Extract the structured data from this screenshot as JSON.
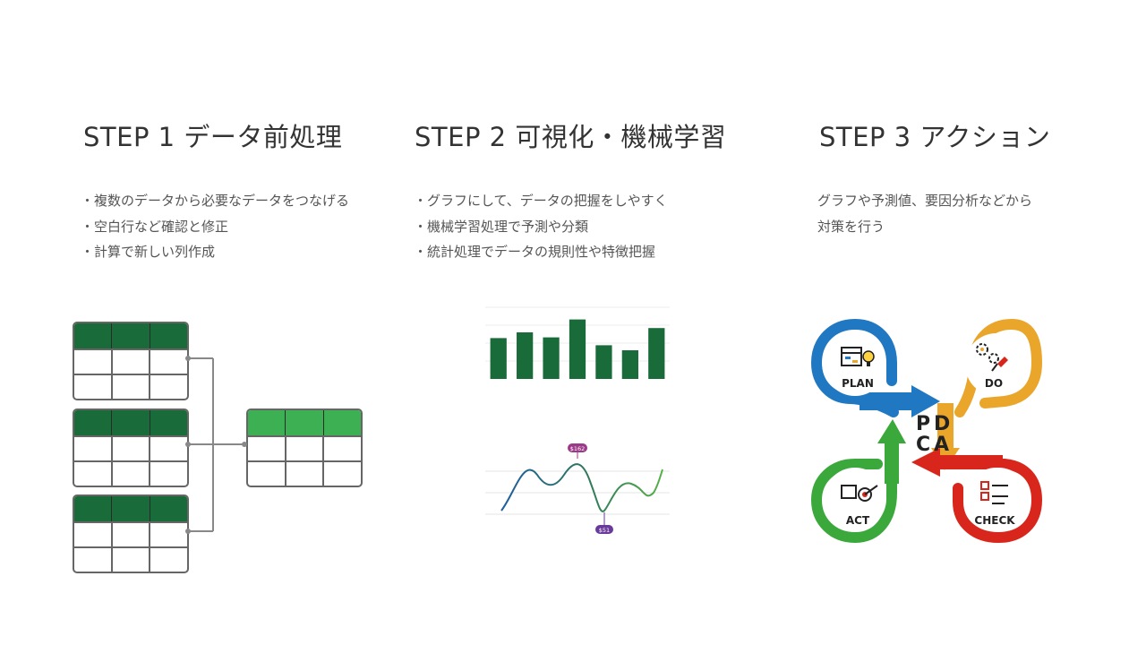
{
  "steps": [
    {
      "title": "STEP 1 データ前処理",
      "bullets": [
        "・複数のデータから必要なデータをつなげる",
        "・空白行など確認と修正",
        "・計算で新しい列作成"
      ]
    },
    {
      "title": "STEP 2 可視化・機械学習",
      "bullets": [
        "・グラフにして、データの把握をしやすく",
        "・機械学習処理で予測や分類",
        "・統計処理でデータの規則性や特徴把握"
      ]
    },
    {
      "title": "STEP 3 アクション",
      "desc_lines": [
        "グラフや予測値、要因分析などから",
        "対策を行う"
      ]
    }
  ],
  "colors": {
    "dark_green": "#1a6b3a",
    "light_green": "#3cb053",
    "plan_blue": "#1f78c1",
    "do_orange": "#e9a62b",
    "check_red": "#d9261c",
    "act_green": "#3aa83a"
  },
  "chart_data": [
    {
      "type": "bar",
      "values": [
        57,
        65,
        58,
        83,
        47,
        40,
        71
      ],
      "ylim": [
        0,
        100
      ]
    },
    {
      "type": "line",
      "annotations": [
        "$162",
        "$51"
      ]
    }
  ],
  "pdca": {
    "plan": "PLAN",
    "do": "DO",
    "check": "CHECK",
    "act": "ACT",
    "center_letters": [
      "P",
      "D",
      "C",
      "A"
    ]
  }
}
